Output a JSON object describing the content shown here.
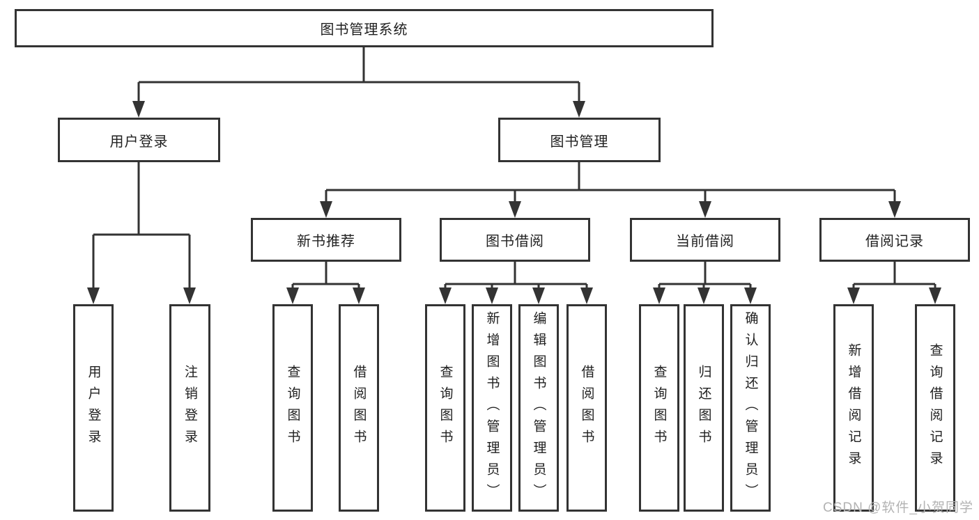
{
  "diagram": {
    "root": {
      "label": "图书管理系统"
    },
    "level2": [
      {
        "label": "用户登录"
      },
      {
        "label": "图书管理"
      }
    ],
    "level3": [
      {
        "label": "新书推荐"
      },
      {
        "label": "图书借阅"
      },
      {
        "label": "当前借阅"
      },
      {
        "label": "借阅记录"
      }
    ],
    "leaves": {
      "user_login": [
        "用户登录",
        "注销登录"
      ],
      "new_books": [
        "查询图书",
        "借阅图书"
      ],
      "book_borrow": [
        "查询图书",
        "新增图书（管理员）",
        "编辑图书（管理员）",
        "借阅图书"
      ],
      "current_borrow": [
        "查询图书",
        "归还图书",
        "确认归还（管理员）"
      ],
      "borrow_records": [
        "新增借阅记录",
        "查询借阅记录"
      ]
    },
    "colors": {
      "line": "#333333",
      "text": "#1f1f1f",
      "watermark": "#b3b3b3"
    },
    "watermark": "CSDN @软件_小贺同学"
  }
}
